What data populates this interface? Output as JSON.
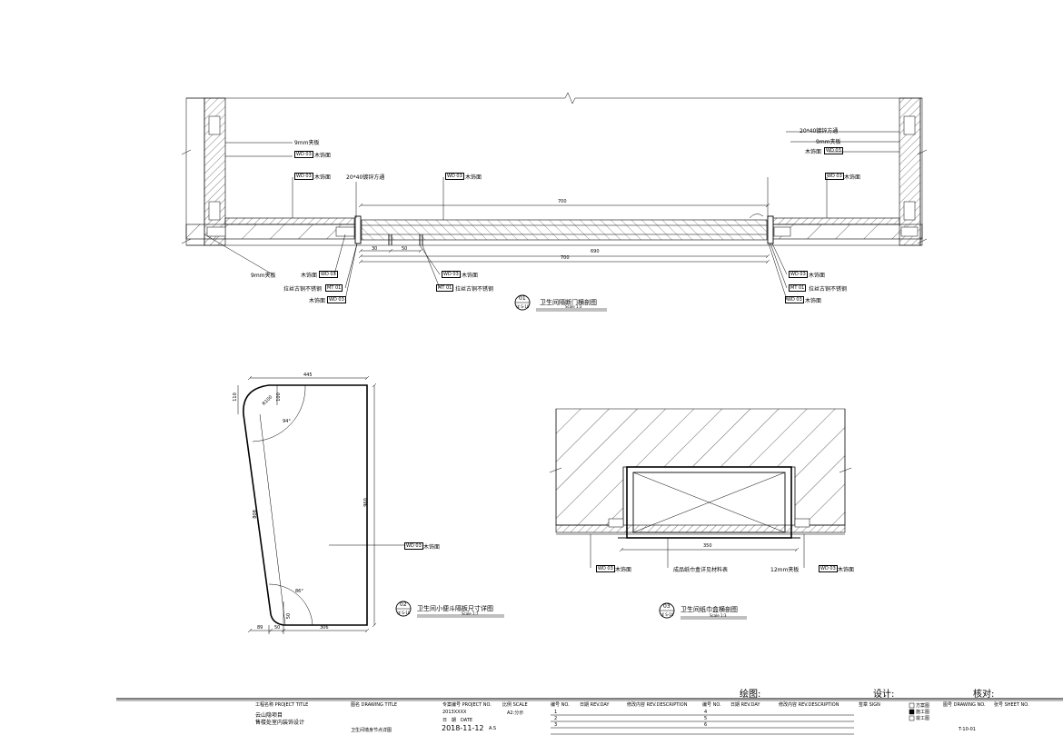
{
  "drawing1": {
    "number": "01",
    "sheet_ref": "详 S-10",
    "title": "卫生间隔断门横剖图",
    "scale": "Scale 1:3",
    "labels": {
      "l_9mm": "9mm夹板",
      "l_wd_left_top": "木饰面",
      "l_wd_left_mid": "木饰面",
      "l_steel_tube_left": "20*40镀锌方通",
      "l_wd_center_top": "木饰面",
      "r_steel_tube": "20*40镀锌方通",
      "r_9mm": "9mm夹板",
      "r_wd": "木饰面",
      "r_wd_mid": "木饰面",
      "bl_9mm": "9mm夹板",
      "bl_wd": "木饰面",
      "bl_copper": "拉丝古铜不锈钢",
      "bl_wd2": "木饰面",
      "bc_wd": "木饰面",
      "bc_copper": "拉丝古铜不锈钢",
      "br_wd": "木饰面",
      "br_copper": "拉丝古铜不锈钢",
      "br_wd2": "木饰面"
    },
    "codes": {
      "wd": "WD 03",
      "mt": "MT 01"
    },
    "dims": {
      "top": "700",
      "d30": "30",
      "d50": "50",
      "d690": "690",
      "bottom": "700"
    }
  },
  "drawing2": {
    "number": "02",
    "sheet_ref": "详 S-10",
    "title": "卫生间小便斗隔板尺寸详图",
    "scale": "Scale 1:7",
    "dims": {
      "top": "445",
      "left_110": "110",
      "r100": "R100",
      "v100": "100",
      "a1": "94°",
      "height": "960",
      "slant": "808",
      "a2": "86°",
      "v50": "50",
      "b89": "89",
      "b50": "50",
      "b306": "306"
    },
    "label": "木饰面",
    "code": "WD 03"
  },
  "drawing3": {
    "number": "03",
    "sheet_ref": "详 S-10",
    "title": "卫生间纸巾盒横剖图",
    "scale": "Scale 1:3",
    "dims": {
      "width": "350"
    },
    "labels": {
      "wd": "木饰面",
      "box": "成品纸巾盒详见材料表",
      "ply": "12mm夹板",
      "wd2": "木饰面"
    },
    "code": "WD 03"
  },
  "signatures": {
    "draw": "绘图:",
    "design": "设计:",
    "check": "核对:"
  },
  "title_block": {
    "project_title_h": "工程名称 PROJECT TITLE",
    "project_name1": "云山隐项目",
    "project_name2": "售楼处室内装饰设计",
    "drawing_title_h": "图名 DRAWING TITLE",
    "drawing_title": "卫生间墙身节点详图",
    "project_no_h": "专案编号 PROJECT NO.",
    "project_no": "2013XXXX",
    "scale_h": "比例 SCALE",
    "scale": "A2:分示",
    "date_h": "日　期　DATE",
    "date": "2018-11-12",
    "scale_val": "A.S",
    "rev_no_h": "编号 NO.",
    "rev_date_h": "日期 REV.DAY",
    "rev_desc_h": "修改内容 REV.DESCRIPTION",
    "rev_no_h2": "编号 NO.",
    "rev_date_h2": "日期 REV.DAY",
    "rev_desc_h2": "修改内容 REV.DESCRIPTION",
    "sign_h": "签章 SIGN",
    "rows_left": [
      "1",
      "2",
      "3"
    ],
    "rows_right": [
      "4",
      "5",
      "6"
    ],
    "stage_options": [
      "方案图",
      "施工图",
      "竣工图"
    ],
    "stage_selected": 1,
    "drawing_no_h": "图号 DRAWING NO.",
    "sheet_no_h": "张号 SHEET NO.",
    "sheet_no": "T-10-01"
  }
}
